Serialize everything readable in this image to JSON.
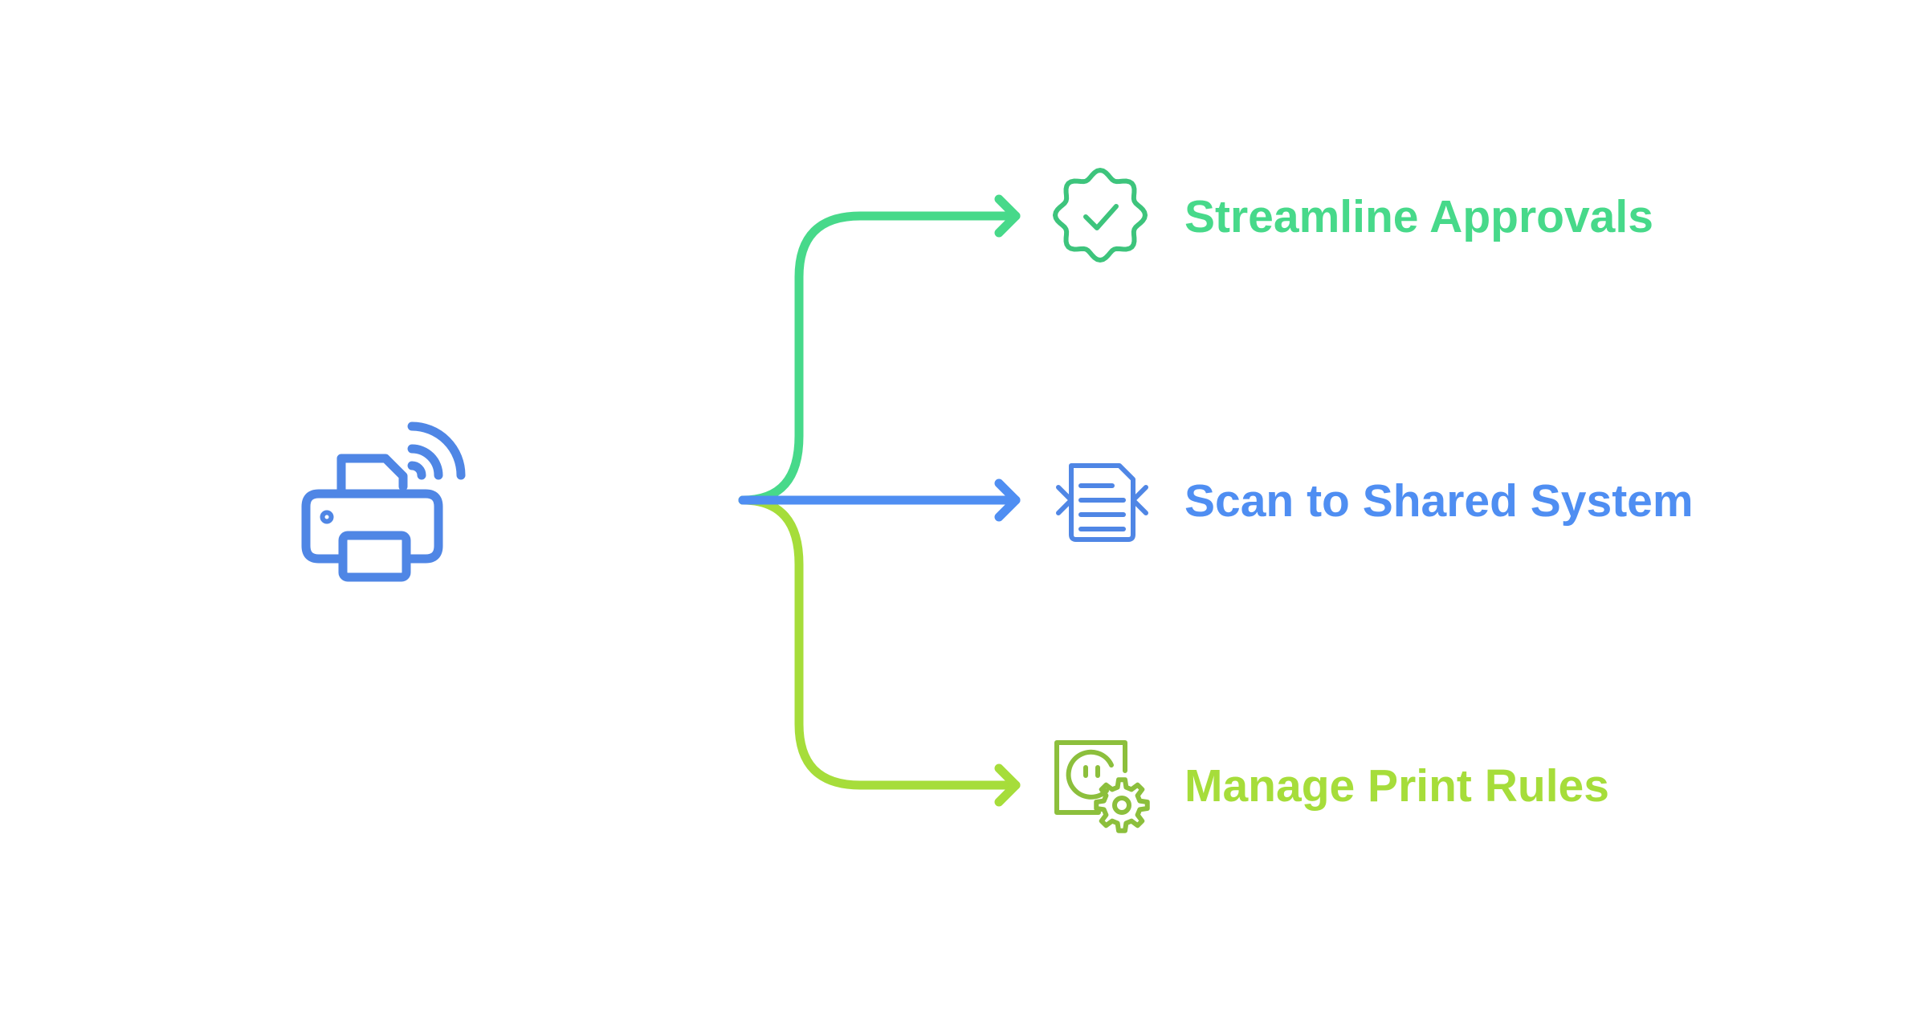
{
  "source": {
    "icon": "wireless-printer-icon",
    "color": "#4f86e5"
  },
  "colors": {
    "trunk_start": "#1fa9d6",
    "trunk_end": "#4a8ef2"
  },
  "branches": [
    {
      "id": "approvals",
      "label": "Streamline Approvals",
      "icon": "verified-badge-icon",
      "color": "#47d98a",
      "icon_color": "#3dc47c"
    },
    {
      "id": "scan",
      "label": "Scan to Shared System",
      "icon": "document-scan-icon",
      "color": "#4f8ef2",
      "icon_color": "#4f86e5"
    },
    {
      "id": "rules",
      "label": "Manage Print Rules",
      "icon": "policy-settings-icon",
      "color": "#a6dd3a",
      "icon_color": "#8cbf3c"
    }
  ]
}
